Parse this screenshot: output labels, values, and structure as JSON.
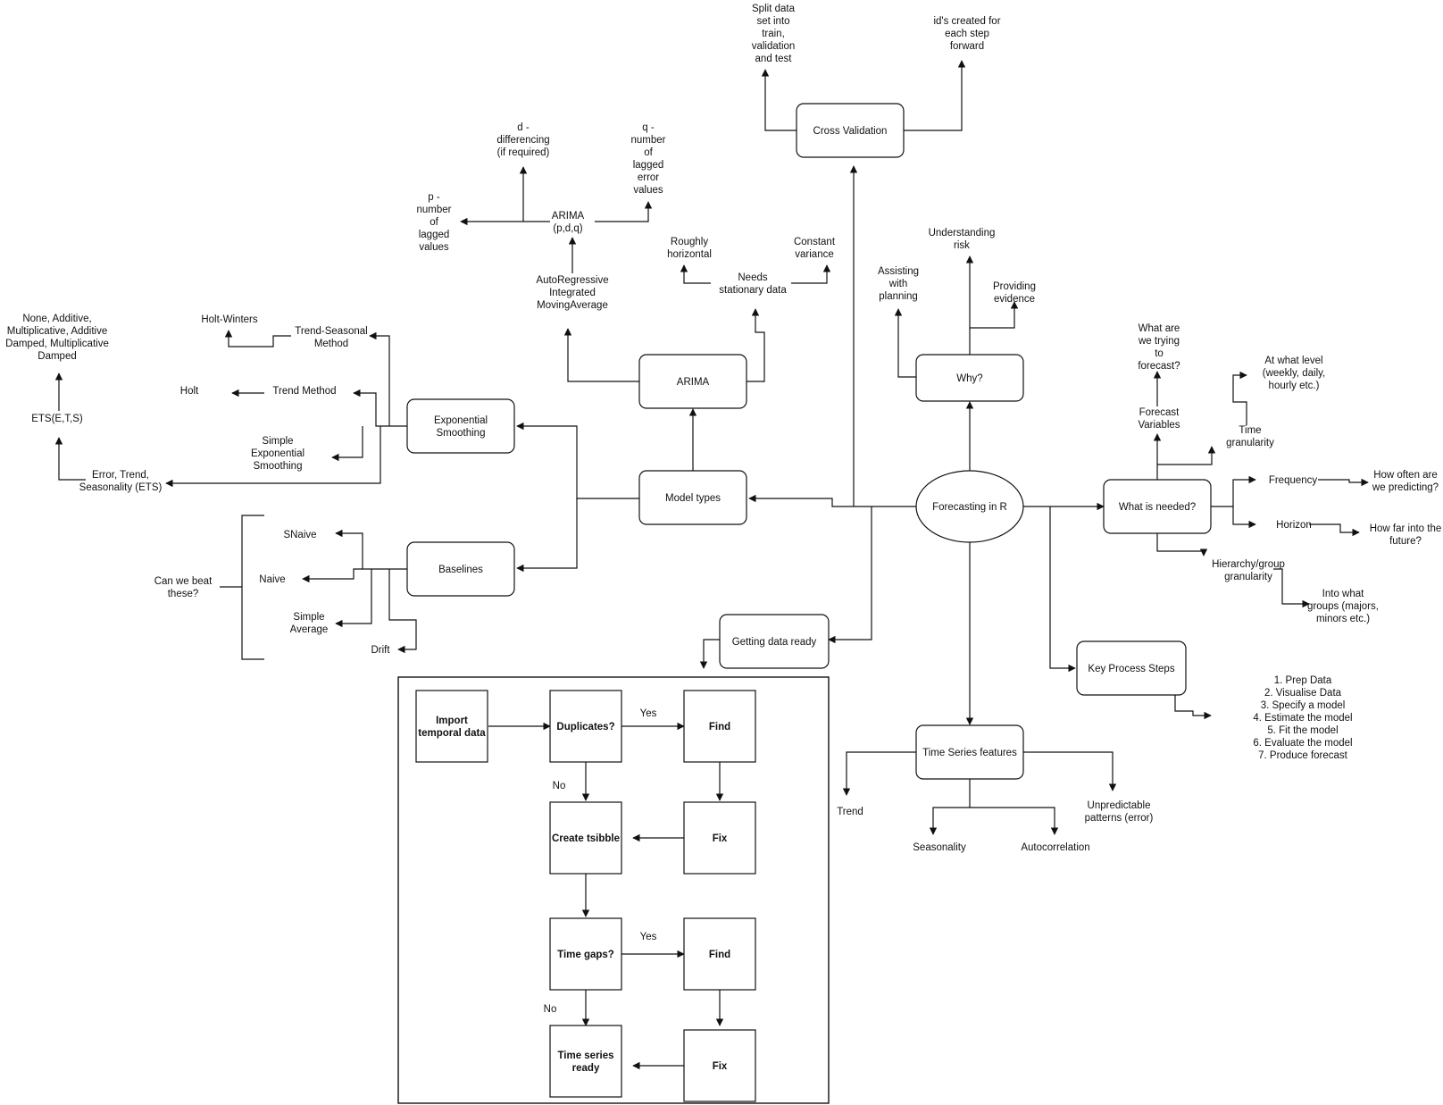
{
  "nodes": {
    "forecasting_in_r": "Forecasting in R",
    "why": "Why?",
    "what_is_needed": "What is needed?",
    "model_types": "Model types",
    "getting_data_ready": "Getting data ready",
    "key_process_steps": "Key Process Steps",
    "time_series_features": "Time Series features",
    "cross_validation": "Cross Validation",
    "arima_box": "ARIMA",
    "exponential_smoothing": [
      "Exponential",
      "Smoothing"
    ],
    "baselines": "Baselines"
  },
  "cross_validation": {
    "split": [
      "Split data",
      "set into",
      "train,",
      "validation",
      "and test"
    ],
    "ids": [
      "id's created for",
      "each step",
      "forward"
    ]
  },
  "why": {
    "planning": [
      "Assisting",
      "with",
      "planning"
    ],
    "risk": [
      "Understanding",
      "risk"
    ],
    "evidence": [
      "Providing",
      "evidence"
    ]
  },
  "what_is_needed": {
    "forecast_variables": [
      "Forecast",
      "Variables"
    ],
    "trying_to_forecast": [
      "What are",
      "we trying",
      "to",
      "forecast?"
    ],
    "time_granularity": [
      "Time",
      "granularity"
    ],
    "level": [
      "At what level",
      "(weekly, daily,",
      "hourly etc.)"
    ],
    "frequency": "Frequency",
    "how_often": [
      "How often are",
      "we predicting?"
    ],
    "horizon": "Horizon",
    "how_far": [
      "How far into the",
      "future?"
    ],
    "hierarchy": [
      "Hierarchy/group",
      "granularity"
    ],
    "groups": [
      "Into what",
      "groups (majors,",
      "minors etc.)"
    ]
  },
  "key_process_steps": {
    "steps": [
      "1. Prep Data",
      "2. Visualise Data",
      "3. Specify a model",
      "4. Estimate the model",
      "5. Fit the model",
      "6. Evaluate the model",
      "7. Produce forecast"
    ]
  },
  "time_series_features": {
    "trend": "Trend",
    "seasonality": "Seasonality",
    "autocorrelation": "Autocorrelation",
    "unpredictable": [
      "Unpredictable",
      "patterns (error)"
    ]
  },
  "arima": {
    "full_name": [
      "AutoRegressive",
      "Integrated",
      "MovingAverage"
    ],
    "label": [
      "ARIMA",
      "(p,d,q)"
    ],
    "p": [
      "p -",
      "number",
      "of",
      "lagged",
      "values"
    ],
    "d": [
      "d -",
      "differencing",
      "(if required)"
    ],
    "q": [
      "q -",
      "number",
      "of",
      "lagged",
      "error",
      "values"
    ],
    "stationary": [
      "Needs",
      "stationary data"
    ],
    "horizontal": [
      "Roughly",
      "horizontal"
    ],
    "variance": [
      "Constant",
      "variance"
    ]
  },
  "exponential_smoothing": {
    "holt_winters": "Holt-Winters",
    "trend_seasonal": [
      "Trend-Seasonal",
      "Method"
    ],
    "holt": "Holt",
    "trend_method": "Trend Method",
    "simple": [
      "Simple",
      "Exponential",
      "Smoothing"
    ],
    "ets": [
      "Error, Trend,",
      "Seasonality (ETS)"
    ],
    "ets_short": "ETS(E,T,S)",
    "ets_options": [
      "None, Additive,",
      "Multiplicative, Additive",
      "Damped, Multiplicative",
      "Damped"
    ]
  },
  "baselines": {
    "snaive": "SNaive",
    "naive": "Naive",
    "simple_average": [
      "Simple",
      "Average"
    ],
    "drift": "Drift",
    "beat": [
      "Can we beat",
      "these?"
    ]
  },
  "data_prep": {
    "import": [
      "Import",
      "temporal data"
    ],
    "duplicates": "Duplicates?",
    "find1": "Find",
    "fix1": "Fix",
    "create_tsibble": "Create tsibble",
    "time_gaps": "Time gaps?",
    "find2": "Find",
    "fix2": "Fix",
    "ready": [
      "Time series",
      "ready"
    ],
    "yes1": "Yes",
    "no1": "No",
    "yes2": "Yes",
    "no2": "No"
  }
}
